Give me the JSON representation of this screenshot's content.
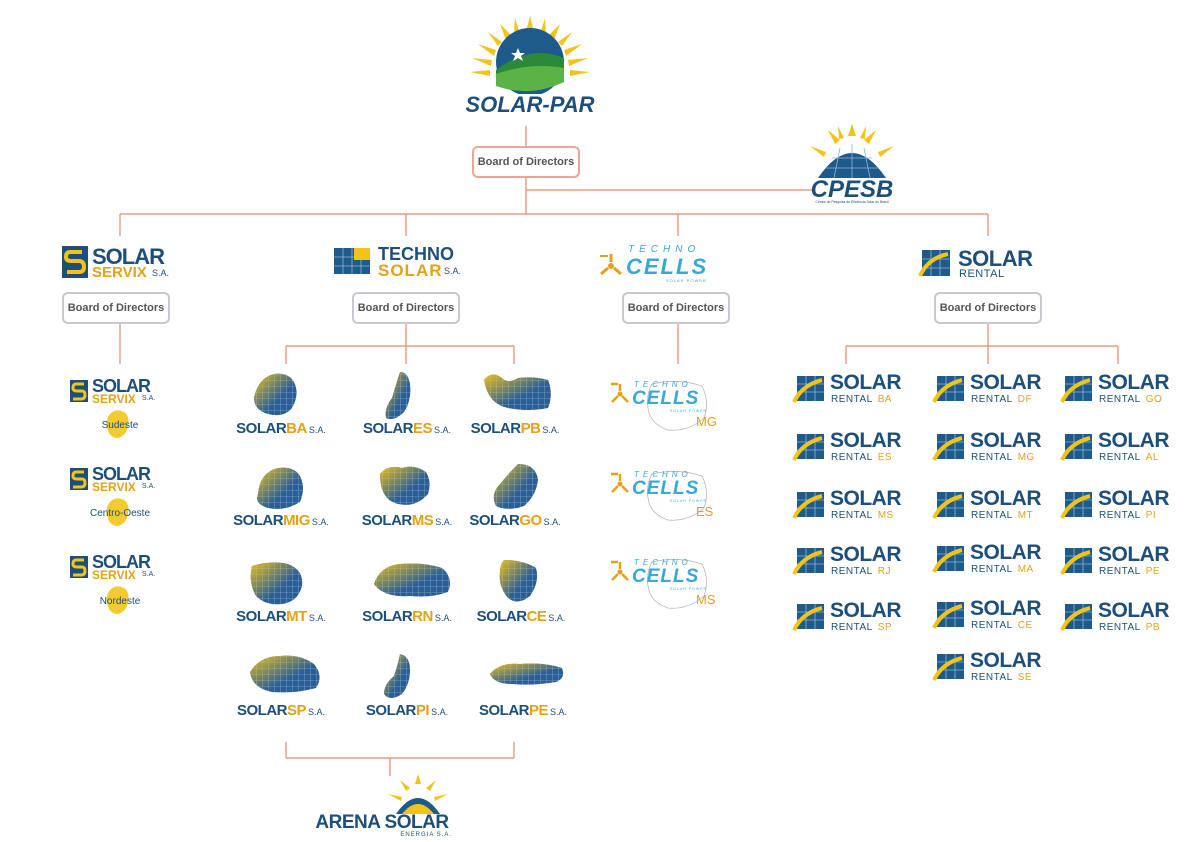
{
  "header": {
    "brand": "SOLAR-PAR",
    "board_label": "Board of Directors"
  },
  "cpesb": {
    "name": "CPESB",
    "subtitle": "Centro de Pesquisa de Eficiência Solar do Brasil"
  },
  "colors": {
    "navy": "#1e4f7a",
    "gold": "#e3a21a",
    "line": "#e08a6a",
    "border": "#c8c8d0",
    "cyan": "#3aa7d9"
  },
  "divisions": {
    "servix": {
      "line1": "SOLAR",
      "line2": "SERVIX",
      "suffix": "S.A.",
      "board_label": "Board of Directors",
      "regions": [
        "Sudeste",
        "Centro-Oeste",
        "Nordeste"
      ]
    },
    "techno_solar": {
      "line1": "TECHNO",
      "line2": "SOLAR",
      "suffix": "S.A.",
      "board_label": "Board of Directors",
      "prefix": "SOLAR",
      "states": [
        "BA",
        "ES",
        "PB",
        "MIG",
        "MS",
        "GO",
        "MT",
        "RN",
        "CE",
        "SP",
        "PI",
        "PE"
      ]
    },
    "techno_cells": {
      "line1": "TECHNO",
      "line2": "CELLS",
      "tagline": "SOLAR POWER",
      "board_label": "Board of Directors",
      "regions": [
        "MG",
        "ES",
        "MS"
      ]
    },
    "solar_rental": {
      "line1": "SOLAR",
      "line2": "RENTAL",
      "board_label": "Board of Directors",
      "col1": [
        "BA",
        "ES",
        "MS",
        "RJ",
        "SP"
      ],
      "col2": [
        "DF",
        "MG",
        "MT",
        "MA",
        "CE",
        "SE"
      ],
      "col3": [
        "GO",
        "AL",
        "PI",
        "PE",
        "PB"
      ]
    }
  },
  "arena": {
    "line1": "ARENA SOLAR",
    "line2": "ENERGIA S.A."
  }
}
